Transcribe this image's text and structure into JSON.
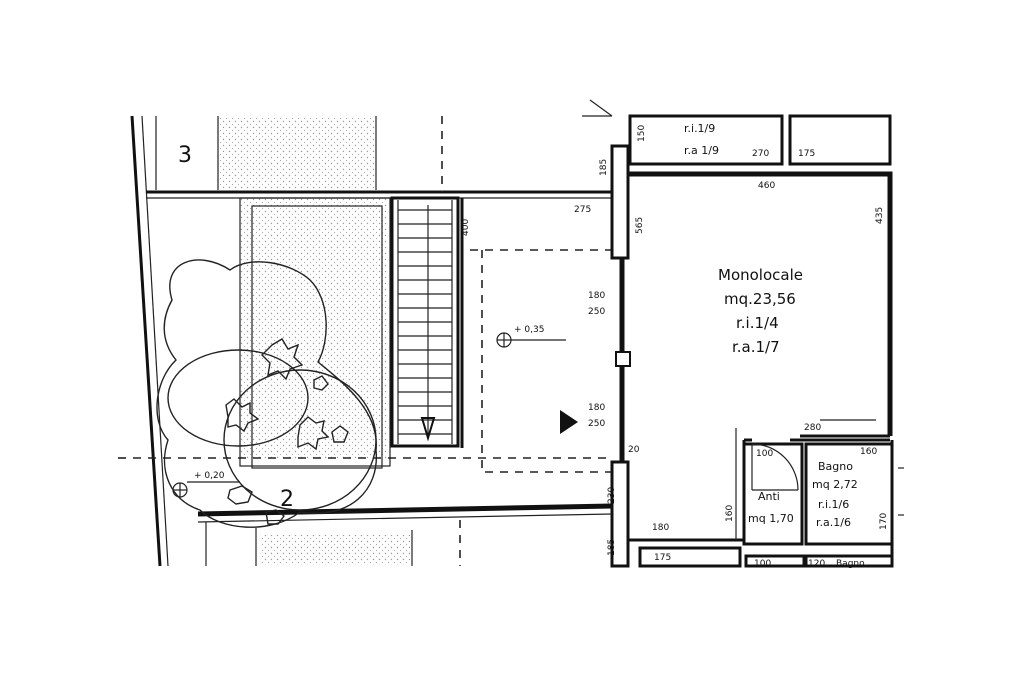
{
  "units": {
    "main": {
      "name": "Monolocale",
      "area": "mq.23,56",
      "ri": "r.i.1/4",
      "ra": "r.a.1/7"
    },
    "bagno": {
      "name": "Bagno",
      "area": "mq 2,72",
      "ri": "r.i.1/6",
      "ra": "r.a.1/6"
    },
    "anti": {
      "name": "Anti",
      "area": "mq 1,70"
    },
    "top_right": {
      "ri": "r.i.1/9",
      "ra": "r.a 1/9"
    },
    "bottom_right_partial": "Bagno"
  },
  "lot_numbers": {
    "upper": "3",
    "lower": "2"
  },
  "levels": {
    "stair_landing": "+ 0,35",
    "garden": "+ 0,20"
  },
  "dimensions": {
    "d150": "150",
    "d270": "270",
    "d175_top": "175",
    "d185_top": "185",
    "d275": "275",
    "d460": "460",
    "d435": "435",
    "d565": "565",
    "d400": "400",
    "d180_a": "180",
    "d250_a": "250",
    "d180_b": "180",
    "d250_b": "250",
    "d280": "280",
    "d100_door": "100",
    "d160": "160",
    "d20": "20",
    "d230": "230",
    "d180_bottom": "180",
    "d160_anti": "160",
    "d170": "170",
    "d185_bottom": "185",
    "d175_bottom": "175",
    "d100_bottom": "100",
    "d120_bottom": "120"
  }
}
